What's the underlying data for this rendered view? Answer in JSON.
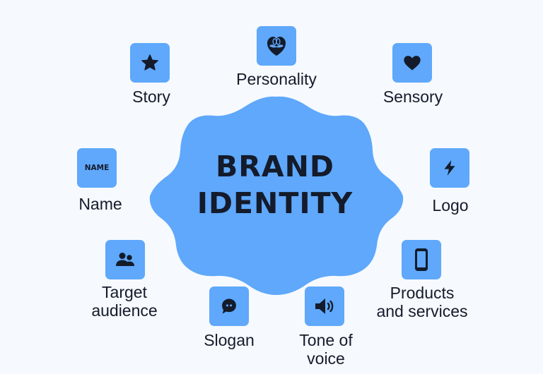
{
  "diagram": {
    "title_line1": "BRAND",
    "title_line2": "IDENTITY",
    "colors": {
      "background": "#f6f9fd",
      "accent": "#5fa8fb",
      "text": "#141b2b"
    },
    "nodes": [
      {
        "id": "personality",
        "label": "Personality",
        "icon": "heart-mask-icon"
      },
      {
        "id": "story",
        "label": "Story",
        "icon": "star-icon"
      },
      {
        "id": "sensory",
        "label": "Sensory",
        "icon": "heart-icon"
      },
      {
        "id": "name",
        "label": "Name",
        "icon": "name-text-icon",
        "icon_text": "NAME"
      },
      {
        "id": "logo",
        "label": "Logo",
        "icon": "lightning-icon"
      },
      {
        "id": "target",
        "label_line1": "Target",
        "label_line2": "audience",
        "icon": "people-icon"
      },
      {
        "id": "products",
        "label_line1": "Products",
        "label_line2": "and services",
        "icon": "smartphone-icon"
      },
      {
        "id": "slogan",
        "label": "Slogan",
        "icon": "chat-bubble-icon"
      },
      {
        "id": "tone",
        "label_line1": "Tone of",
        "label_line2": "voice",
        "icon": "speaker-icon"
      }
    ]
  }
}
